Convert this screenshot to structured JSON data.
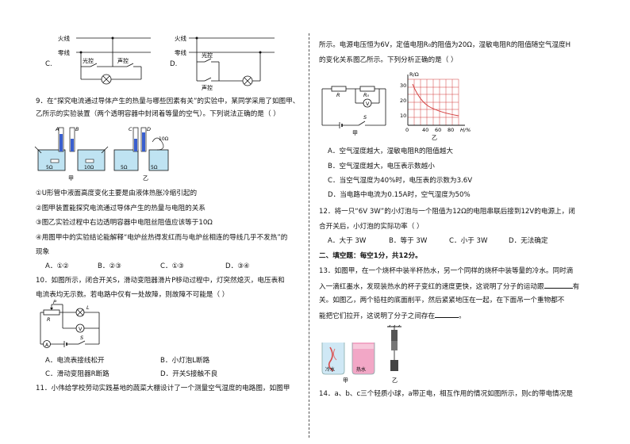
{
  "circuit_labels": {
    "huoxian": "火线",
    "lingxian": "零线",
    "guangkong": "光控",
    "shengkong": "声控"
  },
  "option_c": "C.",
  "option_d": "D.",
  "q9": {
    "line1": "9．在“探究电流通过导体产生的热量与哪些因素有关”的实验中，某同学采用了如图甲、",
    "line2": "乙所示的实验装置（两个透明容器中封闭着等量的空气）。下列说法正确的是（      ）",
    "fig": {
      "A": "A",
      "B": "B",
      "C": "C",
      "D": "D",
      "r1": "5Ω",
      "r2": "10Ω",
      "r3": "5Ω",
      "r4": "5Ω",
      "r5": "10Ω",
      "jia": "甲",
      "yi": "乙"
    },
    "s1": "①U形管中液面高度变化主要是由液体热胀冷缩引起的",
    "s2": "②图甲装置能探究电流通过导体产生的热量与电阻的关系",
    "s3": "③图乙实验过程中右边透明容器中电阻丝阻值应该等于10Ω",
    "s4a": "④用图甲中的实验结论能解释“电炉丝热得发红而与电炉丝相连的导线几乎不发热”的",
    "s4b": "现象",
    "a": "A．①②",
    "b": "B．②③",
    "c": "C．①③",
    "d": "D．③④"
  },
  "q10": {
    "line1": "10．如图所示，闭合开关S，滑动变阻器滑片P移动过程中，灯突然熄灭，电压表和",
    "line2": "电流表均无示数。若电路中仅有一处故障，则故障不可能是（      ）",
    "fig": {
      "P": "P",
      "R": "R",
      "V": "V",
      "L": "L",
      "A": "A",
      "S": "S"
    },
    "a": "A．电流表接线松开",
    "b": "B．小灯泡L断路",
    "c": "C．滑动变阻器R断路",
    "d": "D．开关S接触不良"
  },
  "q11": {
    "line1": "11．小伟给学校劳动实践基地的蔬菜大棚设计了一个测量空气湿度的电路图，如图甲",
    "line2": "所示。电源电压恒为6V，定值电阻R₀的阻值为20Ω，湿敏电阻R的阻值随空气湿度H",
    "line3": "的变化关系图乙所示。下列分析正确的是（      ）",
    "fig": {
      "R": "R",
      "R0": "R₀",
      "V": "V",
      "S": "S",
      "jia": "甲",
      "yi": "乙",
      "ylabel": "R/Ω",
      "xlabel": "H/%",
      "y30": "30",
      "y20": "20",
      "y10": "10",
      "x0": "0",
      "x40": "40",
      "x60": "60",
      "x80": "80"
    },
    "a": "A．空气湿度越大，湿敏电阻R的阻值越大",
    "b": "B．空气湿度越大，电压表示数越小",
    "c": "C．当空气湿度为40%时，电压表的示数为3.6V",
    "d": "D．当电路中电流为0.15A时，空气湿度为50%"
  },
  "q12": {
    "line1": "12．将一只“6V   3W”的小灯泡与一个阻值为12Ω的电阻串联后接到12V的电源上，闭",
    "line2": "合开关后，小灯泡的实际功率（      ）",
    "a": "A．大于 3W",
    "b": "B．等于 3W",
    "c": "C．小于 3W",
    "d": "D．无法确定"
  },
  "section2": {
    "title": "二、填空题：每空1分，共12分。"
  },
  "q13": {
    "line1": "13．如图甲，在一个烧杯中装半杯热水，另一个同样的烧杯中装等量的冷水。同时滴",
    "line2a": "入一滴红墨水，发现装热水的杯子变红的速度更快，这说明了分子的运动跟",
    "line2b": "有",
    "line3": "关。如图乙，两个铅柱的底面削平，然后紧紧地压在一起，在下面吊一个重物都不",
    "line4a": "能把它们拉开，这说明了分子之间存在",
    "line4b": "。",
    "fig": {
      "cold": "冷水",
      "hot": "热水",
      "jia": "甲",
      "yi": "乙"
    }
  },
  "q14": {
    "line1": "14．a、b、c三个轻质小球，a带正电，相互作用的情况如图所示，则c的带电情况是"
  }
}
